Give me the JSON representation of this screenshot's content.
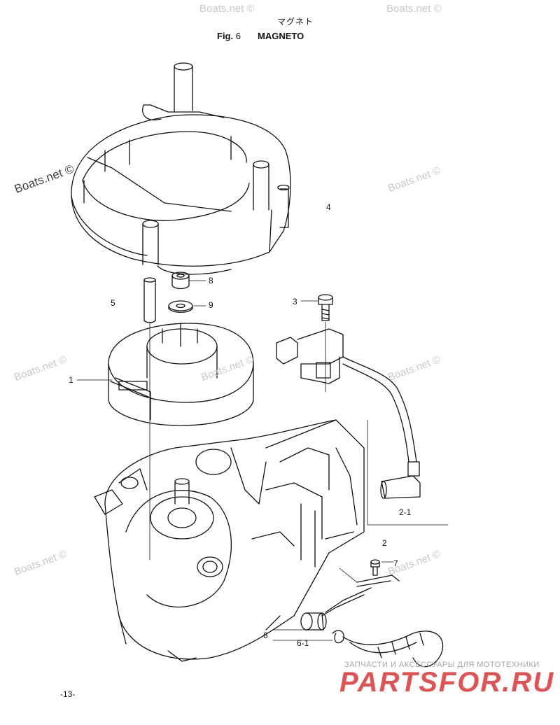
{
  "header": {
    "jp_title": "マグネト",
    "fig_prefix": "Fig.",
    "fig_number": "6",
    "fig_title": "MAGNETO"
  },
  "watermarks": {
    "text": "Boats.net ©",
    "text_prominent": "Boats.net ©"
  },
  "callouts": {
    "c1": "1",
    "c2": "2",
    "c2_1": "2-1",
    "c3": "3",
    "c4": "4",
    "c5": "5",
    "c6": "6",
    "c6_1": "6-1",
    "c7": "7",
    "c8": "8",
    "c9": "9"
  },
  "footer": {
    "page_number": "-13-",
    "brand_subtitle": "ЗАПЧАСТИ И АКСЕССУАРЫ ДЛЯ МОТОТЕХНИКИ",
    "brand": "PARTSFOR.RU"
  },
  "colors": {
    "line": "#111111",
    "watermark": "#c9c9c9",
    "brand": "#e35252"
  }
}
